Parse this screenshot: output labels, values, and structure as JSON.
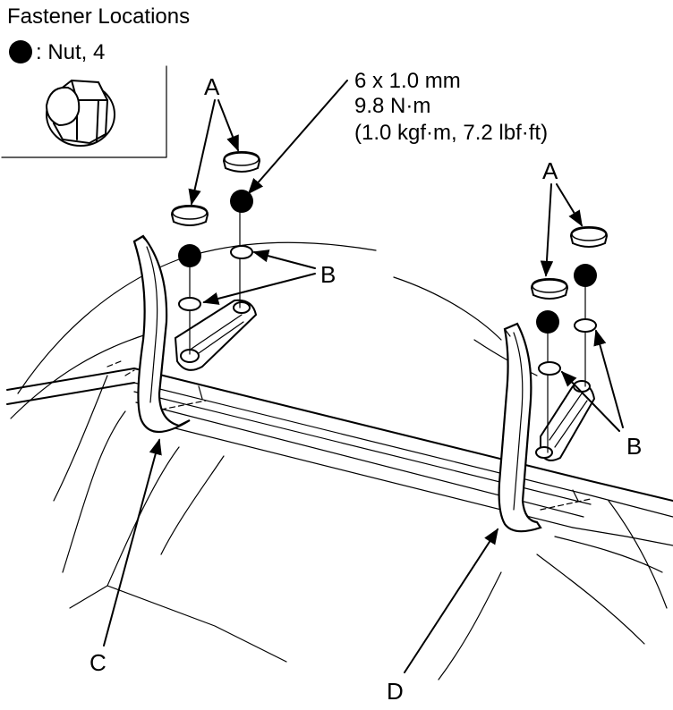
{
  "legend": {
    "title": "Fastener Locations",
    "nut_label": ": Nut, 4"
  },
  "spec": {
    "line1": "6 x 1.0 mm",
    "line2": "9.8 N·m",
    "line3": "(1.0 kgf·m, 7.2 lbf·ft)"
  },
  "callouts": {
    "a_left": "A",
    "a_right": "A",
    "b_left": "B",
    "b_right": "B",
    "c": "C",
    "d": "D"
  }
}
